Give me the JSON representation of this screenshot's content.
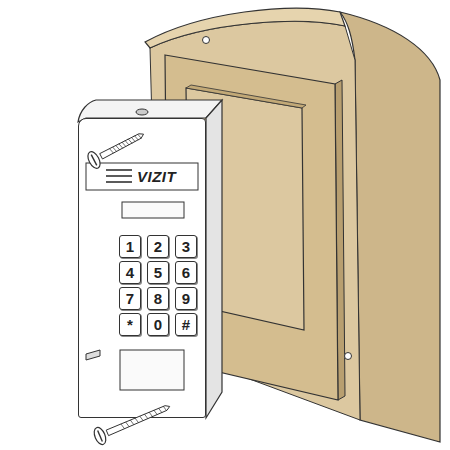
{
  "diagram": {
    "nodes": [
      {
        "text": [
          "VIZIT"
        ]
      },
      {
        "text": [
          "1"
        ],
        "in": 0
      },
      {
        "text": [
          "2"
        ],
        "in": 0
      },
      {
        "text": [
          "3"
        ],
        "in": 0
      },
      {
        "text": [
          "4"
        ],
        "in": 0
      },
      {
        "text": [
          "5"
        ],
        "in": 0
      },
      {
        "text": [
          "6"
        ],
        "in": 0
      },
      {
        "text": [
          "7"
        ],
        "in": 0
      },
      {
        "text": [
          "8"
        ],
        "in": 0
      },
      {
        "text": [
          "9"
        ],
        "in": 0
      },
      {
        "text": [
          "*"
        ],
        "in": 0
      },
      {
        "text": [
          "0"
        ],
        "in": 0
      },
      {
        "text": [
          "#"
        ],
        "in": 0
      }
    ]
  }
}
